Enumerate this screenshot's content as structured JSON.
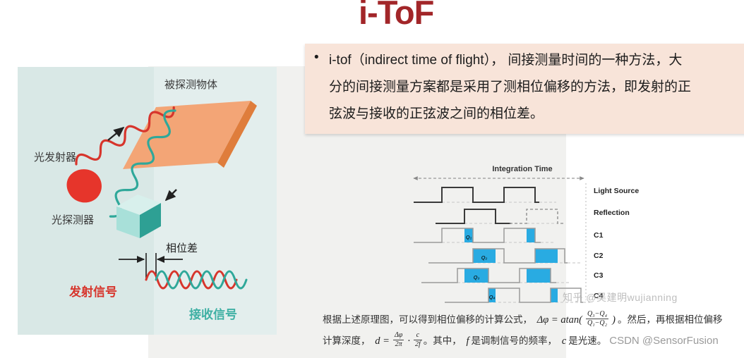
{
  "title": "i-ToF",
  "bullet": {
    "marker": "•",
    "lines": [
      "i-tof（indirect time of flight）， 间接测量时间的一种方法，大",
      "分的间接测量方案都是采用了测相位偏移的方法，即发射的正",
      "弦波与接收的正弦波之间的相位差。"
    ]
  },
  "diagram": {
    "object_label": "被探测物体",
    "emitter_label": "光发射器",
    "detector_label": "光探测器",
    "phase_label": "相位差",
    "tx_label": "发射信号",
    "rx_label": "接收信号"
  },
  "timing": {
    "title": "Integration Time",
    "rows": [
      "Light Source",
      "Reflection",
      "C1",
      "C2",
      "C3",
      "C4"
    ],
    "q_labels": [
      "Q₁",
      "Q₂",
      "Q₃",
      "Q₄"
    ]
  },
  "formula": {
    "l1_text": "根据上述原理图，可以得到相位偏移的计算公式，",
    "l1_m1": "Δφ = atan(",
    "f1n": "Q₃−Q₄",
    "f1d": "Q₁−Q₂",
    "l1_m2": ")",
    "l1_text2": "。然后，再根据相位偏移",
    "l2_text": "计算深度，",
    "l2_m1": "d =",
    "f2n": "Δφ",
    "f2d": "2π",
    "l2_dot": "·",
    "f3n": "c",
    "f3d": "2f",
    "l2_text2": "。其中，",
    "l2_m2": "f",
    "l2_text3": "是调制信号的频率，",
    "l2_m3": "c",
    "l2_text4": "是光速。"
  },
  "watermarks": {
    "zhihu": "知乎 @吴建明wujianning",
    "csdn": "CSDN @SensorFusion"
  },
  "colors": {
    "title_red": "#A22629",
    "bullet_bg": "#F8E4D9",
    "diagram_bg": "#D9E8E6",
    "signal_red": "#D7352C",
    "signal_teal": "#2FA89A",
    "object_orange": "#F3A576",
    "timing_blue": "#29ABE2"
  }
}
